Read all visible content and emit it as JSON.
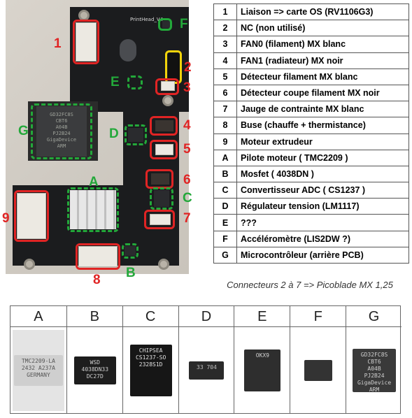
{
  "legend": [
    {
      "key": "1",
      "desc": "Liaison => carte OS (RV1106G3)"
    },
    {
      "key": "2",
      "desc": "NC (non utilisé)"
    },
    {
      "key": "3",
      "desc": "FAN0 (filament) MX blanc"
    },
    {
      "key": "4",
      "desc": "FAN1 (radiateur) MX noir"
    },
    {
      "key": "5",
      "desc": "Détecteur filament MX blanc"
    },
    {
      "key": "6",
      "desc": "Détecteur coupe filament MX noir"
    },
    {
      "key": "7",
      "desc": "Jauge de contrainte MX blanc"
    },
    {
      "key": "8",
      "desc": "Buse (chauffe + thermistance)"
    },
    {
      "key": "9",
      "desc": "Moteur extrudeur"
    },
    {
      "key": "A",
      "desc": "Pilote moteur  ( TMC2209 )"
    },
    {
      "key": "B",
      "desc": "Mosfet ( 4038DN )"
    },
    {
      "key": "C",
      "desc": "Convertisseur ADC  ( CS1237 )"
    },
    {
      "key": "D",
      "desc": "Régulateur tension (LM1117)"
    },
    {
      "key": "E",
      "desc": "???"
    },
    {
      "key": "F",
      "desc": "Accéléromètre (LIS2DW ?)"
    },
    {
      "key": "G",
      "desc": "Microcontrôleur (arrière PCB)"
    }
  ],
  "note": "Connecteurs 2 à 7 => Picoblade MX 1,25",
  "board_markers": {
    "red": [
      "1",
      "2",
      "3",
      "4",
      "5",
      "6",
      "7",
      "8",
      "9"
    ],
    "green": [
      "A",
      "B",
      "C",
      "D",
      "E",
      "F",
      "G"
    ]
  },
  "board_text": {
    "silkscreen": "PrintHead_V4",
    "mcu": "GD32FC8S\nCBT6\nA04B\nPJ2B24\nGigaDevice\nARM"
  },
  "components": [
    {
      "key": "A",
      "marking": "TMC2209-LA\n2432 A237A\nGERMANY"
    },
    {
      "key": "B",
      "marking": "WSD\n4038DN33\nDC27D"
    },
    {
      "key": "C",
      "marking": "CHIPSEA\nCS1237-SO\n2328S1D"
    },
    {
      "key": "D",
      "marking": "33 704"
    },
    {
      "key": "E",
      "marking": "OKX9"
    },
    {
      "key": "F",
      "marking": ""
    },
    {
      "key": "G",
      "marking": "GD32FC8S\nCBT6\nA04B\nPJ2B24\nGigaDevice\nARM"
    }
  ],
  "colors": {
    "red_box": "#e02424",
    "green_box": "#23a83a",
    "yellow_box": "#f1d30a",
    "pcb": "#1b1c1e"
  }
}
